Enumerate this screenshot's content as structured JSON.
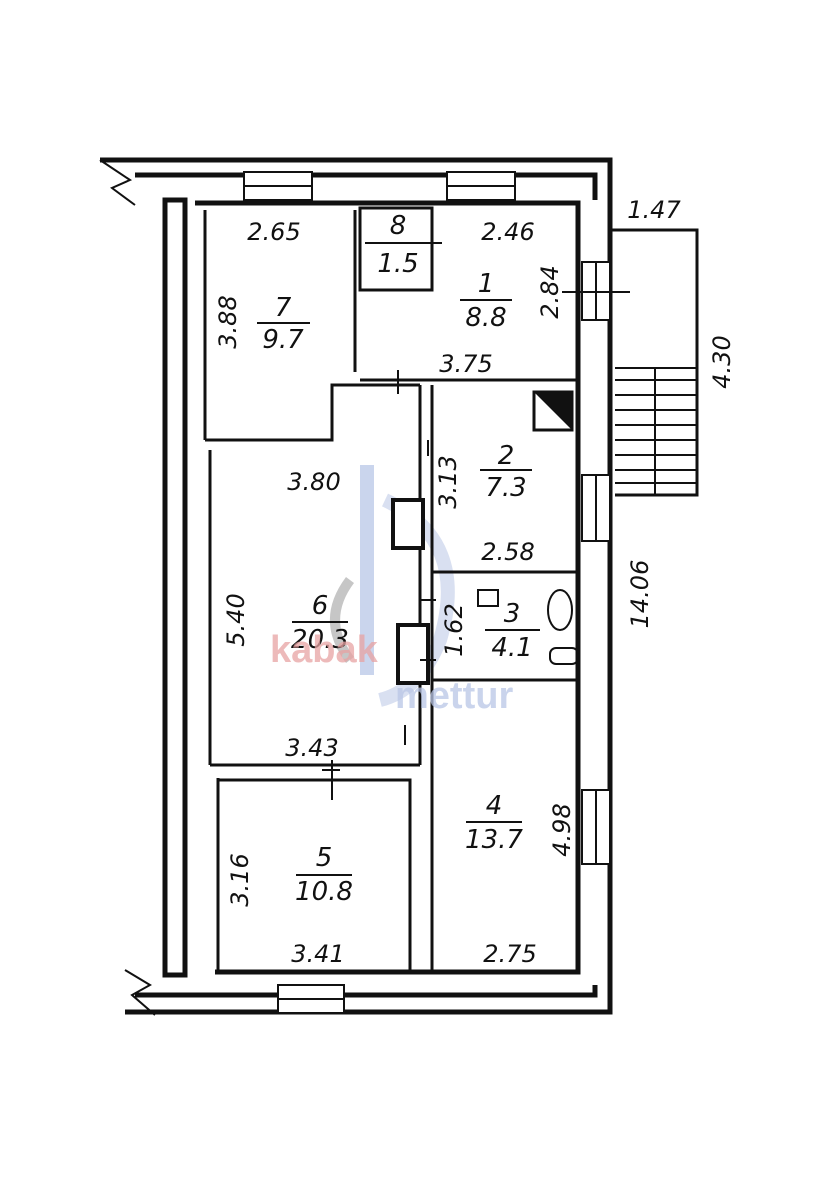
{
  "rooms": [
    {
      "number": "1",
      "area": "8.8"
    },
    {
      "number": "2",
      "area": "7.3"
    },
    {
      "number": "3",
      "area": "4.1"
    },
    {
      "number": "4",
      "area": "13.7"
    },
    {
      "number": "5",
      "area": "10.8"
    },
    {
      "number": "6",
      "area": "20.3"
    },
    {
      "number": "7",
      "area": "9.7"
    },
    {
      "number": "8",
      "area": "1.5"
    }
  ],
  "dimensions": {
    "r7_width": "2.65",
    "r7_height": "3.88",
    "r1_width": "2.46",
    "r1_height": "2.84",
    "ext_1_47": "1.47",
    "ext_4_30": "4.30",
    "hall_3_75": "3.75",
    "r6_top": "3.80",
    "r2_height": "3.13",
    "r2_width": "2.58",
    "r6_height": "5.40",
    "r3_height": "1.62",
    "total_14_06": "14.06",
    "r6_bottom": "3.43",
    "r4_height": "4.98",
    "r5_height": "3.16",
    "r5_width": "3.41",
    "r4_width": "2.75"
  },
  "watermark": {
    "text1": "kabak",
    "text2": "mettur"
  }
}
